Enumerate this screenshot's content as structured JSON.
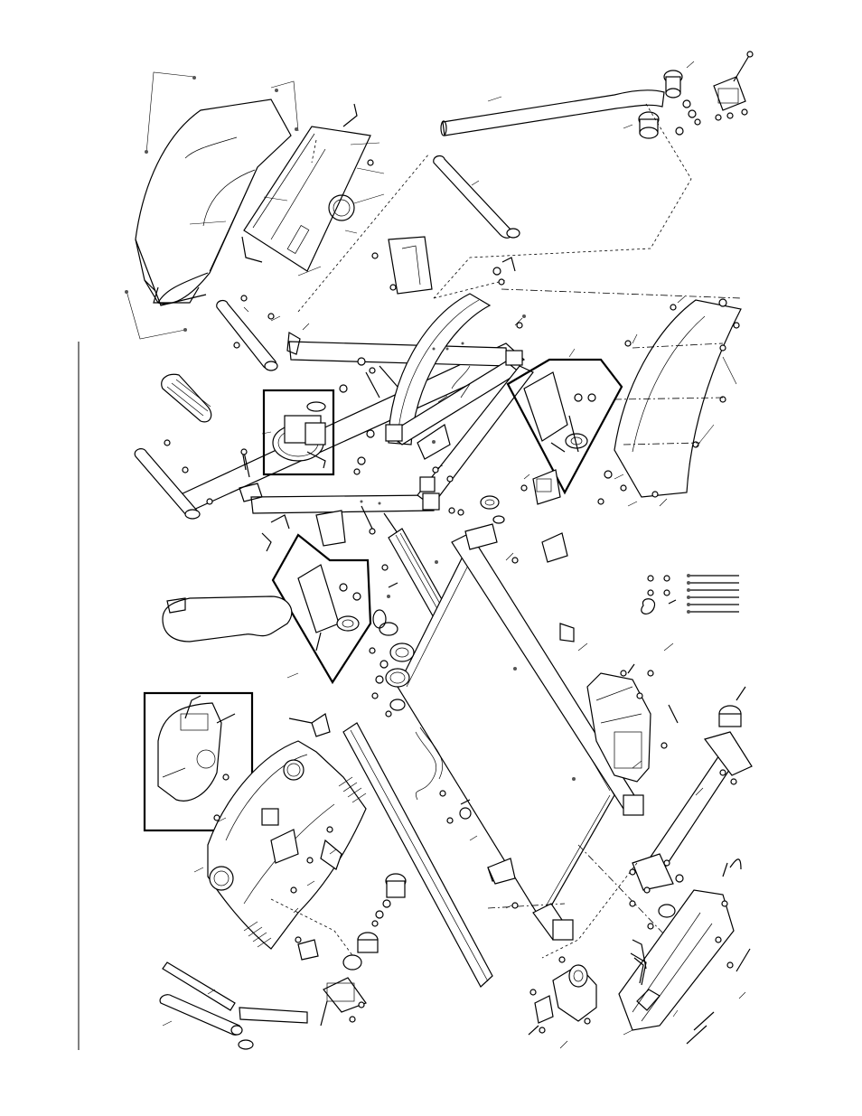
{
  "diagram": {
    "description_tags": [
      "exploded-parts-diagram",
      "treadmill",
      "rotated-view"
    ],
    "line_color": "#000000",
    "background_color": "#ffffff",
    "shade_color": "#555555"
  }
}
